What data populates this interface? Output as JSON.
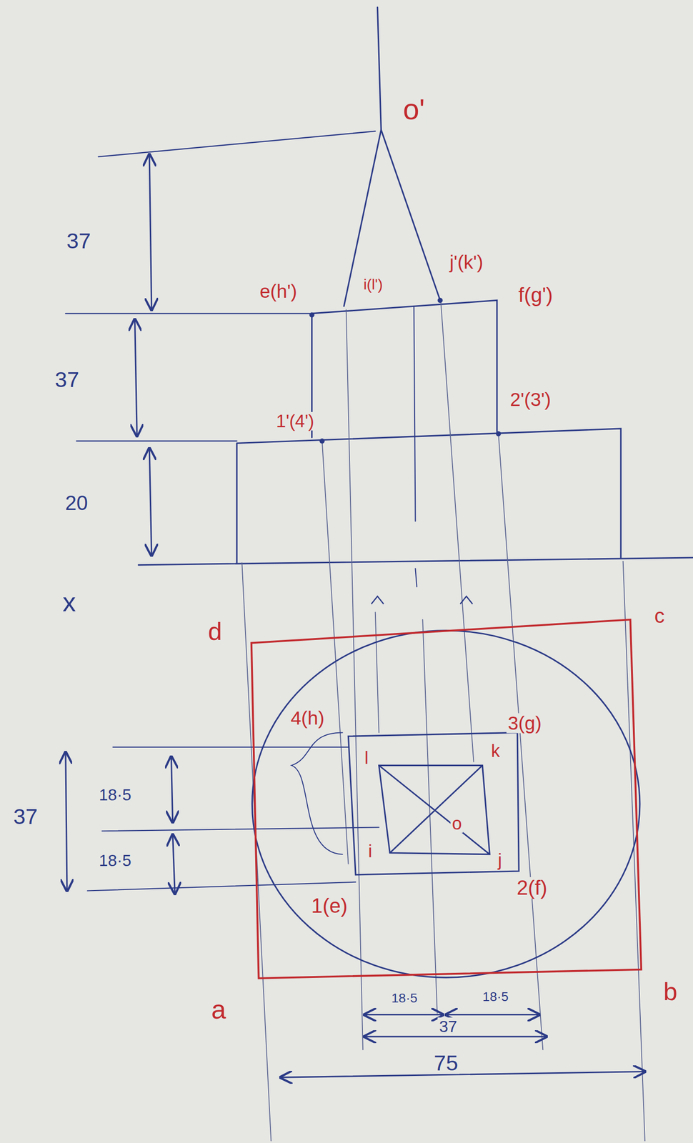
{
  "diagram": {
    "labels": [
      "o'",
      "37",
      "e(h')",
      "i(l')",
      "j'(k')",
      "f(g')",
      "37",
      "1'(4')",
      "2'(3')",
      "20",
      "x",
      "d",
      "c",
      "4(h)",
      "3(g)",
      "l",
      "k",
      "o",
      "37",
      "18·5",
      "18·5",
      "i",
      "j",
      "1(e)",
      "2(f)",
      "a",
      "b",
      "18·5",
      "18·5",
      "37",
      "75"
    ]
  }
}
